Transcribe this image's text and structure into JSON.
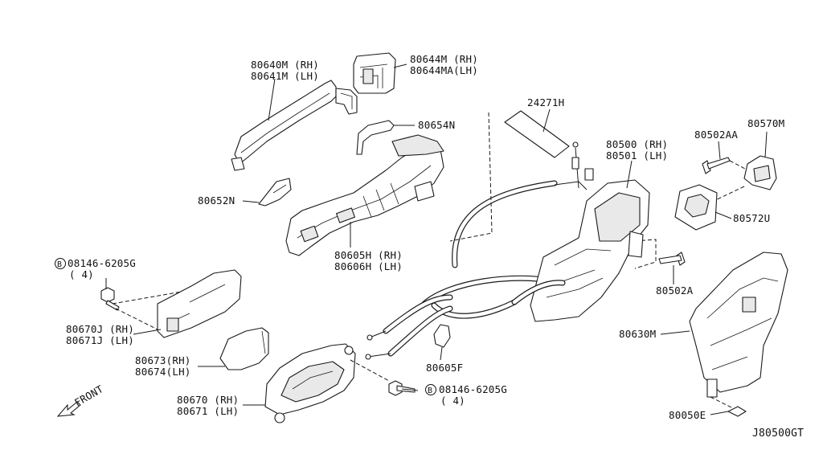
{
  "diagram": {
    "code": "J80500GT",
    "front_label": "FRONT",
    "bolt_prefix": "B",
    "labels": {
      "p80640": [
        "80640M (RH)",
        "80641M (LH)"
      ],
      "p80644": [
        "80644M (RH)",
        "80644MA(LH)"
      ],
      "p80654": [
        "80654N"
      ],
      "p80652": [
        "80652N"
      ],
      "p80605h": [
        "80605H (RH)",
        "80606H (LH)"
      ],
      "p08146a": [
        "08146-6205G",
        "( 4)"
      ],
      "p80670j": [
        "80670J (RH)",
        "80671J (LH)"
      ],
      "p80673": [
        "80673(RH)",
        "80674(LH)"
      ],
      "p80670": [
        "80670 (RH)",
        "80671 (LH)"
      ],
      "p08146b": [
        "08146-6205G",
        "( 4)"
      ],
      "p80605f": [
        "80605F"
      ],
      "p24271": [
        "24271H"
      ],
      "p80500": [
        "80500 (RH)",
        "80501 (LH)"
      ],
      "p80502aa": [
        "80502AA"
      ],
      "p80570": [
        "80570M"
      ],
      "p80572": [
        "80572U"
      ],
      "p80502a": [
        "80502A"
      ],
      "p80630": [
        "80630M"
      ],
      "p80050": [
        "80050E"
      ]
    }
  }
}
